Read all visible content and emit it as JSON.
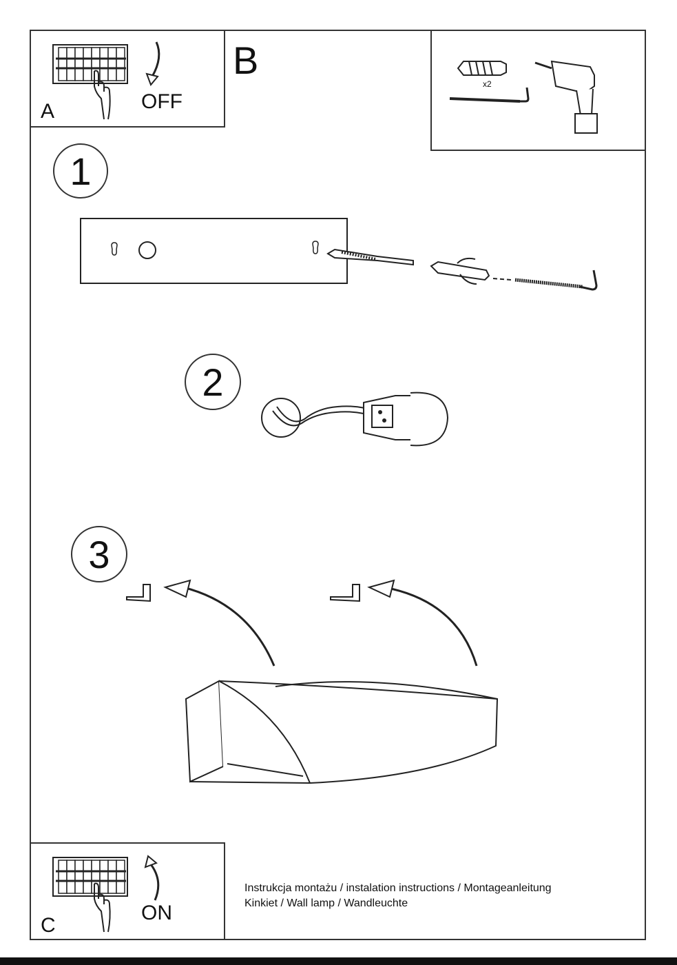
{
  "panel_a": {
    "letter": "A",
    "action": "OFF"
  },
  "panel_b": {
    "letter": "B",
    "quantity": "x2"
  },
  "panel_c": {
    "letter": "C",
    "action": "ON"
  },
  "steps": [
    "1",
    "2",
    "3"
  ],
  "caption": {
    "line1": "Instrukcja montażu / instalation instructions / Montageanleitung",
    "line2": "Kinkiet / Wall lamp / Wandleuchte"
  }
}
